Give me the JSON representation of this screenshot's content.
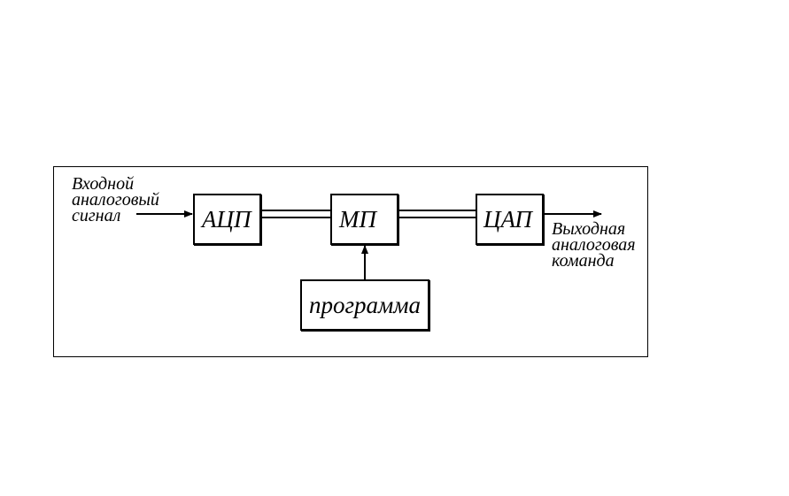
{
  "blocks": {
    "adc": "АЦП",
    "mp": "МП",
    "dac": "ЦАП",
    "program": "программа"
  },
  "input_label": [
    "Входной",
    "аналоговый",
    "сигнал"
  ],
  "output_label": [
    "Выходная",
    "аналоговая",
    "команда"
  ],
  "line_color": "#000000"
}
